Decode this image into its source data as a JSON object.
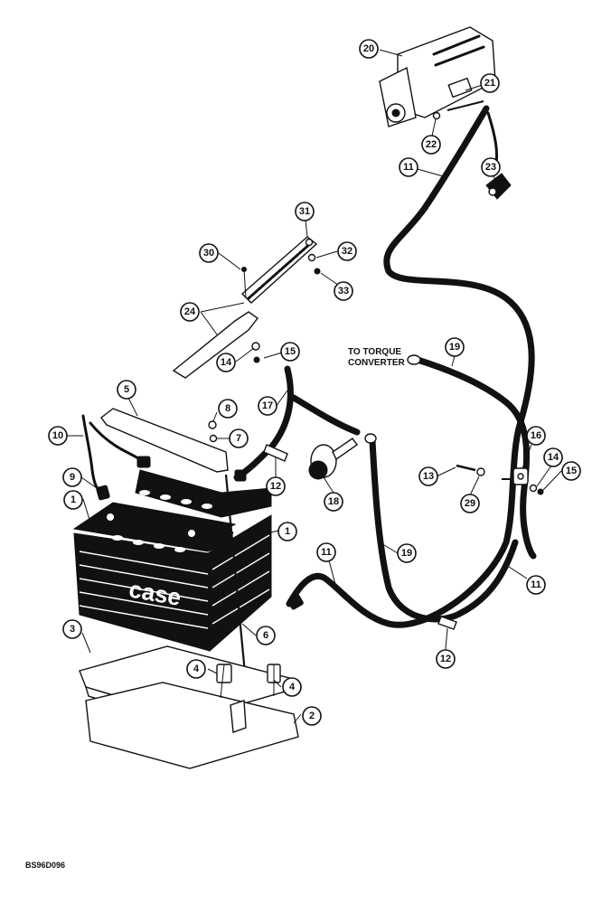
{
  "diagram": {
    "note_line1": "TO TORQUE",
    "note_line2": "CONVERTER",
    "figure_code": "BS96D096",
    "brand_text": "case",
    "callouts": [
      "20",
      "21",
      "22",
      "11",
      "23",
      "31",
      "30",
      "32",
      "33",
      "24",
      "19",
      "14",
      "15",
      "5",
      "17",
      "8",
      "10",
      "7",
      "16",
      "14",
      "13",
      "15",
      "12",
      "9",
      "18",
      "29",
      "1",
      "1",
      "11",
      "19",
      "11",
      "3",
      "6",
      "12",
      "4",
      "4",
      "2"
    ]
  }
}
